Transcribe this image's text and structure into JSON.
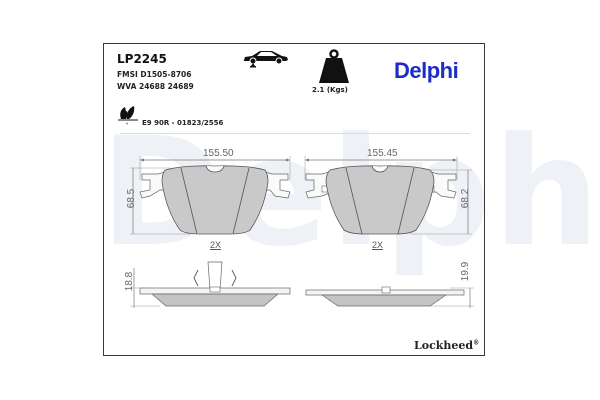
{
  "product": {
    "code": "LP2245",
    "fmsi": "FMSI D1505-8706",
    "wva": "WVA 24688 24689",
    "ece": "E9 90R - 01823/2556",
    "weight": "2.1 (Kgs)"
  },
  "brand": {
    "logo": "Delphi",
    "logo_color": "#1b2cc9",
    "watermark": "Delphi",
    "secondary": "Lockheed",
    "secondary_mark": "®"
  },
  "icons": {
    "car": "car-on-lift-icon",
    "weight": "weight-icon",
    "eco": "eco-leaf-icon"
  },
  "drawings": {
    "front_pad": {
      "width": "155.50",
      "height": "68.5",
      "quantity": "2X",
      "thickness": "18.8"
    },
    "rear_pad": {
      "width": "155.45",
      "height": "68.2",
      "quantity": "2X",
      "thickness": "19.9"
    }
  }
}
